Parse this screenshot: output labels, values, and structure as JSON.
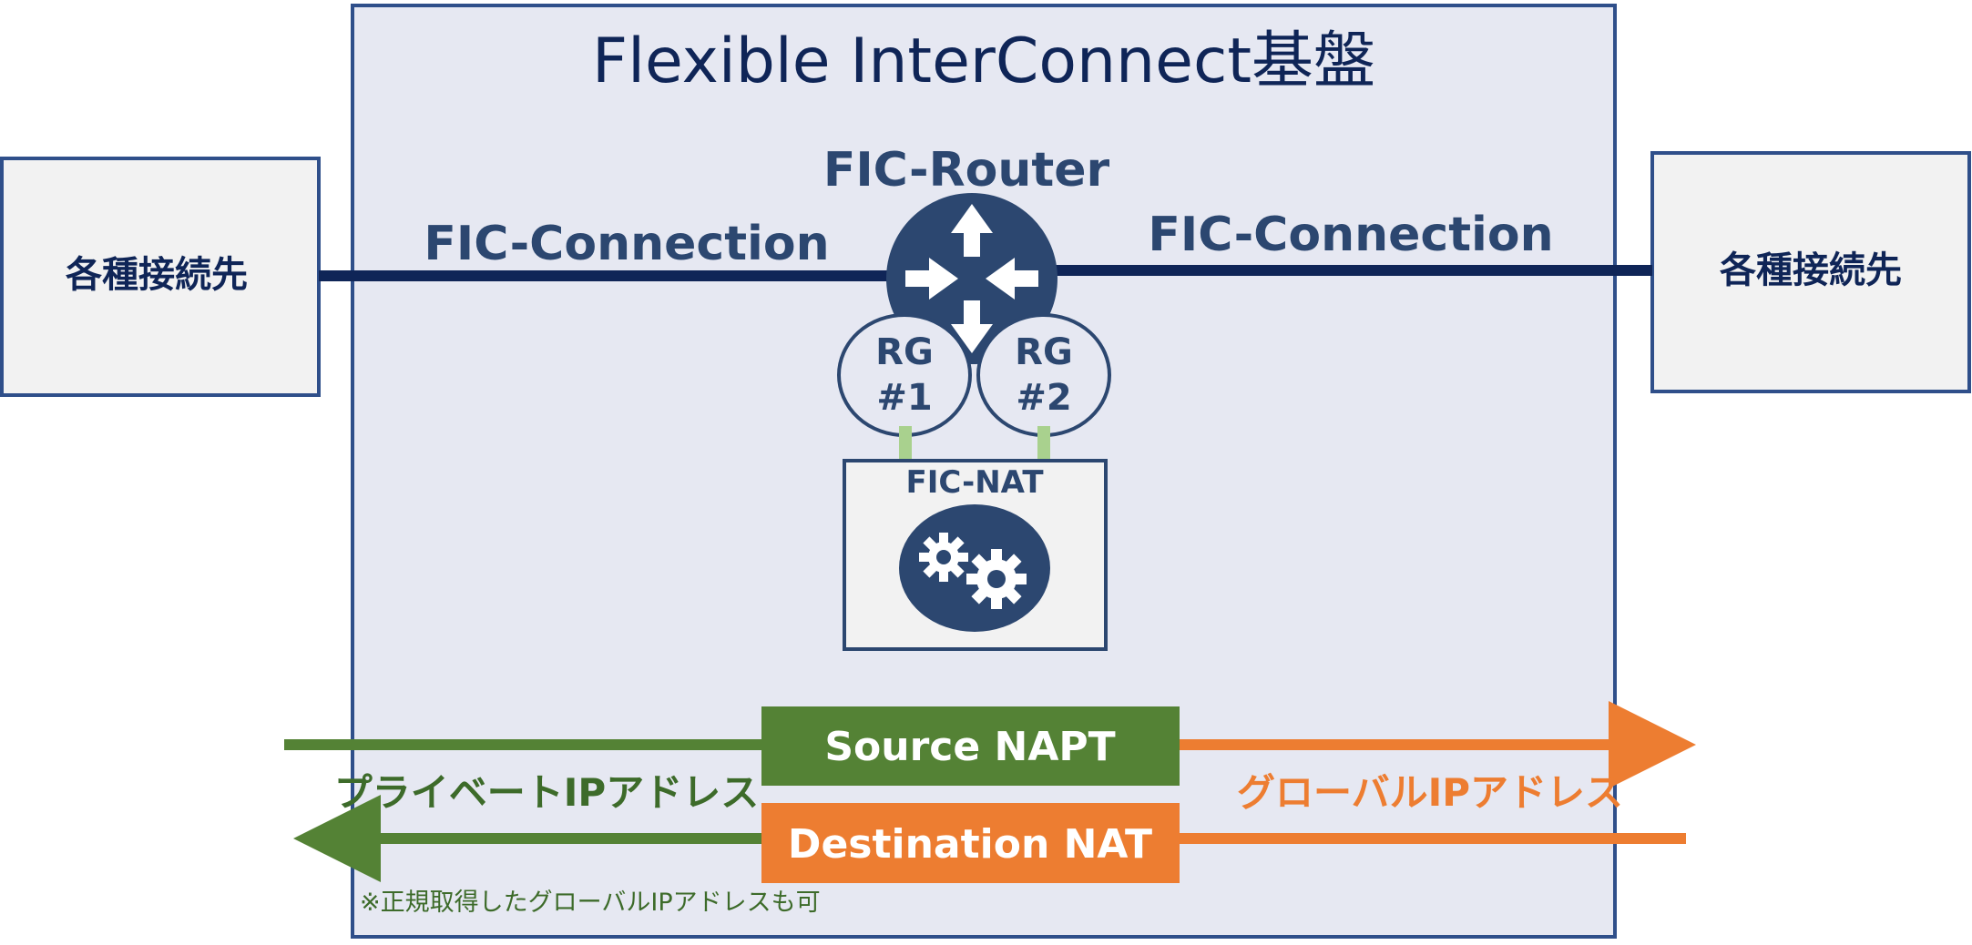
{
  "platform": {
    "title": "Flexible InterConnect基盤"
  },
  "endpoints": {
    "left_label": "各種接続先",
    "right_label": "各種接続先"
  },
  "connections": {
    "left_label": "FIC-Connection",
    "right_label": "FIC-Connection"
  },
  "router": {
    "label": "FIC-Router",
    "rg1": [
      "RG",
      "#1"
    ],
    "rg2": [
      "RG",
      "#2"
    ]
  },
  "nat": {
    "label": "FIC-NAT"
  },
  "flows": {
    "source_napt": "Source NAPT",
    "destination_nat": "Destination NAT",
    "private_label": "プライベートIPアドレス",
    "global_label": "グローバルIPアドレス",
    "note": "※正規取得したグローバルIPアドレスも可"
  },
  "colors": {
    "navy": "#0f2557",
    "router_fill": "#2c4770",
    "platform_fill": "#e6e8f2",
    "box_fill": "#f2f2f2",
    "green": "#548235",
    "orange": "#ed7d31",
    "light_green": "#a9d18e"
  }
}
